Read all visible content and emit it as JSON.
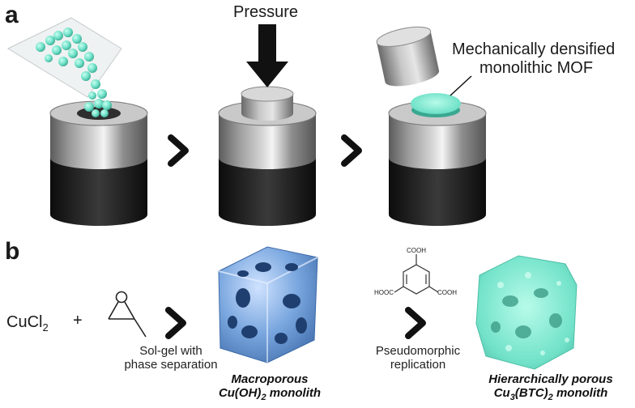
{
  "panel_a": {
    "letter": "a",
    "pressure_label": "Pressure",
    "densified_label_line1": "Mechanically densified",
    "densified_label_line2": "monolithic MOF"
  },
  "panel_b": {
    "letter": "b",
    "precursor_salt": "CuCl",
    "precursor_salt_sub": "2",
    "plus_sign": "+",
    "step1_line1": "Sol-gel with",
    "step1_line2": "phase separation",
    "product1_line1": "Macroporous",
    "product1_line2": "Cu(OH)",
    "product1_line2_sub": "2",
    "product1_line2_tail": " monolith",
    "linker_cooh_top": "COOH",
    "linker_cooh_left": "HOOC",
    "linker_cooh_right": "COOH",
    "step2_line1": "Pseudomorphic",
    "step2_line2": "replication",
    "product2_line1": "Hierarchically porous",
    "product2_line2_a": "Cu",
    "product2_line2_sub1": "3",
    "product2_line2_b": "(BTC)",
    "product2_line2_sub2": "2",
    "product2_line2_tail": " monolith"
  },
  "colors": {
    "mof_cyan": "#6fe0c8",
    "die_steel": "#8a8a8a",
    "die_dark": "#1c1c1c",
    "cuoh_blue": "#6f9fd8",
    "arrow_black": "#111111"
  }
}
